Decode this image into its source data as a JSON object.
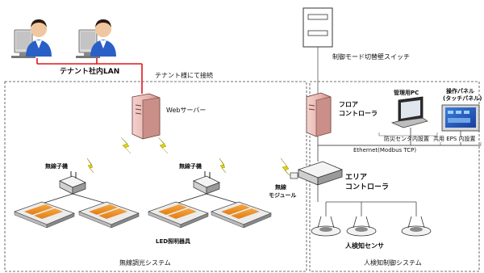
{
  "labels": {
    "tenant_lan": "テナント社内LAN",
    "tenant_connection": "テナント様にて接続",
    "web_server": "Webサーバー",
    "control_mode_switch": "制御モード切替壁スイッチ",
    "floor_controller_l1": "フロア",
    "floor_controller_l2": "コントローラ",
    "admin_pc": "管理用PC",
    "operation_panel_l1": "操作パネル",
    "operation_panel_l2": "(タッチパネル)",
    "disaster_center": "防災センタ内設置",
    "shared_eps": "共用 EPS 内設置",
    "ethernet": "Ethernet(Modbus TCP)",
    "wireless_child_1": "無線子機",
    "wireless_child_2": "無線子機",
    "wireless_module_l1": "無線",
    "wireless_module_l2": "モジュール",
    "area_controller_l1": "エリア",
    "area_controller_l2": "コントローラ",
    "led_fixture": "LED照明器具",
    "motion_sensor": "人検知センサ",
    "system_wireless": "無線調光システム",
    "system_motion": "人検知制御システム"
  },
  "colors": {
    "lan_line": "#e0161b",
    "server_body": "#e8b9b4",
    "user_shirt": "#2a5fc8",
    "led_panel": "#f08a1c",
    "lightning": "#e2d400"
  }
}
